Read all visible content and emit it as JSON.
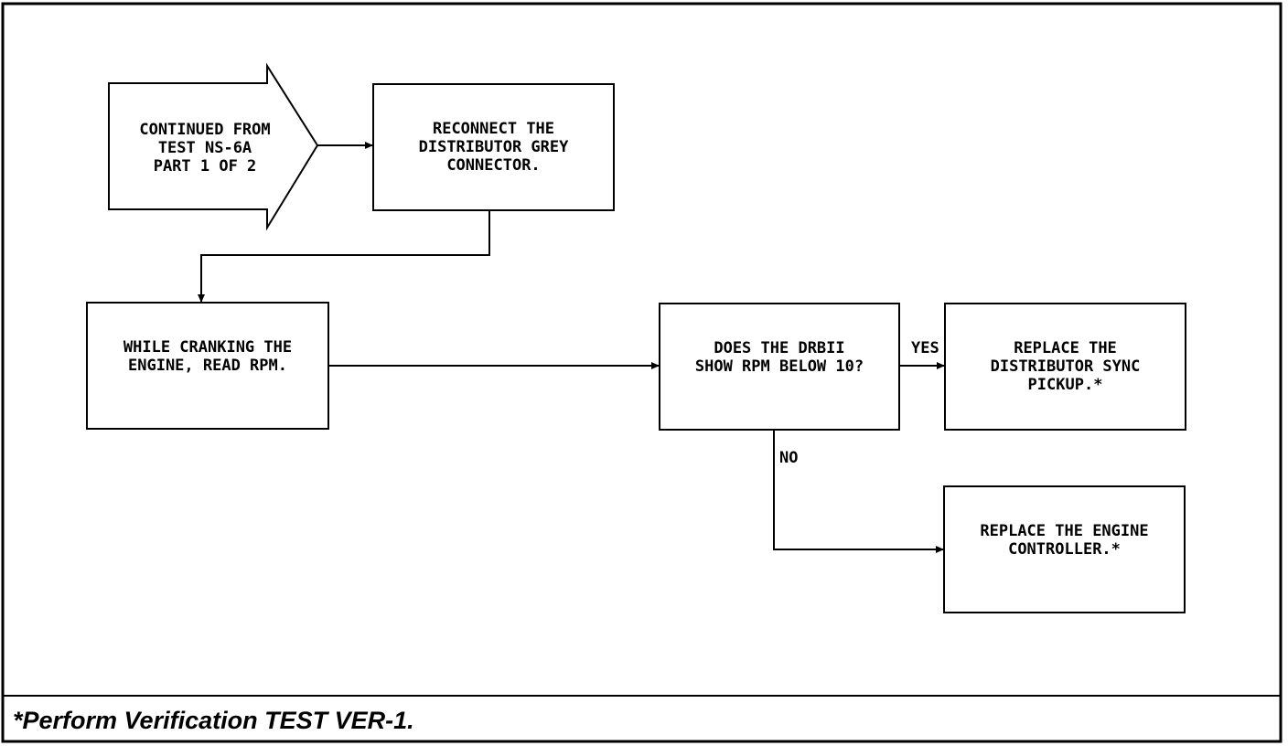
{
  "nodes": {
    "start": {
      "lines": [
        "CONTINUED FROM",
        "TEST NS-6A",
        "PART 1 OF 2"
      ]
    },
    "reconnect": {
      "lines": [
        "RECONNECT THE",
        "DISTRIBUTOR GREY",
        "CONNECTOR."
      ]
    },
    "crank": {
      "lines": [
        "WHILE CRANKING THE",
        "ENGINE, READ RPM."
      ]
    },
    "decision": {
      "lines": [
        "DOES THE DRBII",
        "SHOW RPM BELOW 10?"
      ]
    },
    "replace_pickup": {
      "lines": [
        "REPLACE THE",
        "DISTRIBUTOR SYNC",
        "PICKUP.*"
      ]
    },
    "replace_controller": {
      "lines": [
        "REPLACE THE ENGINE",
        "CONTROLLER.*"
      ]
    }
  },
  "edges": {
    "yes_label": "YES",
    "no_label": "NO"
  },
  "footnote": "*Perform Verification TEST VER-1."
}
